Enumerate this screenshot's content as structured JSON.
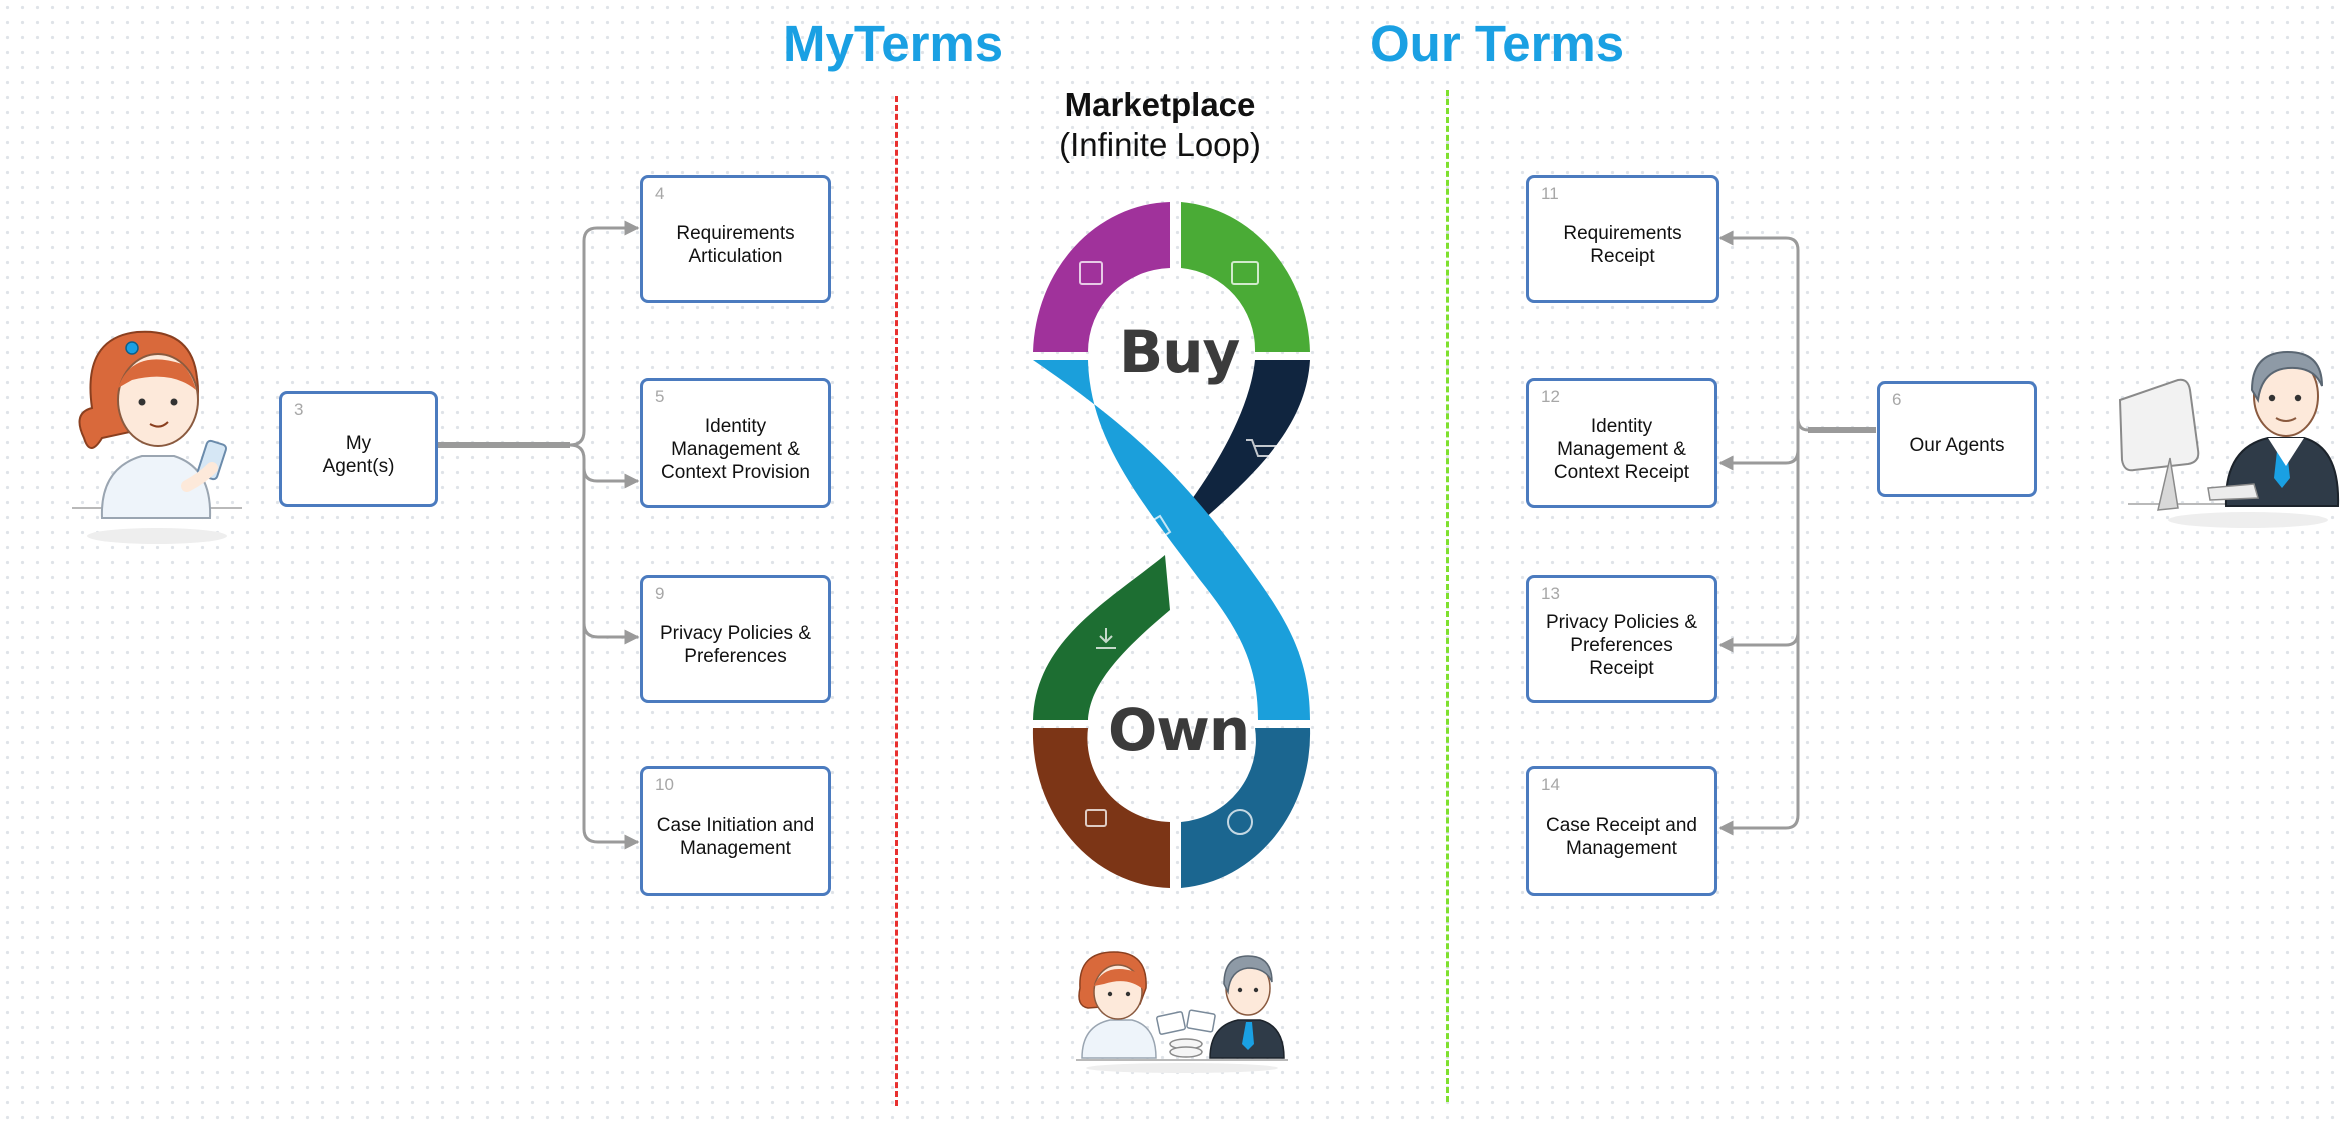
{
  "headings": {
    "left": "MyTerms",
    "right": "Our Terms"
  },
  "marketplace": {
    "title": "Marketplace",
    "subtitle": "(Infinite Loop)"
  },
  "loop_labels": {
    "upper": "Buy",
    "lower": "Own"
  },
  "boxes": {
    "my_agents": {
      "number": "3",
      "label": "My\nAgent(s)"
    },
    "our_agents": {
      "number": "6",
      "label": "Our Agents"
    },
    "left": [
      {
        "number": "4",
        "label": "Requirements\nArticulation"
      },
      {
        "number": "5",
        "label": "Identity\nManagement &\nContext Provision"
      },
      {
        "number": "9",
        "label": "Privacy Policies &\nPreferences"
      },
      {
        "number": "10",
        "label": "Case Initiation and\nManagement"
      }
    ],
    "right": [
      {
        "number": "11",
        "label": "Requirements\nReceipt"
      },
      {
        "number": "12",
        "label": "Identity\nManagement &\nContext Receipt"
      },
      {
        "number": "13",
        "label": "Privacy Policies &\nPreferences\nReceipt"
      },
      {
        "number": "14",
        "label": "Case Receipt and\nManagement"
      }
    ]
  },
  "colors": {
    "heading": "#1aa0e3",
    "box_border": "#4b7bbf",
    "connector": "#9a9a9a",
    "divider_left": "#e8302f",
    "divider_right": "#7fe02e",
    "loop_segments": [
      "#a0329b",
      "#4aab36",
      "#10253f",
      "#1b9fdb",
      "#1d6e32",
      "#7c3516",
      "#1b6690"
    ]
  },
  "icons": [
    "woman-with-phone-icon",
    "man-at-computer-icon",
    "shaking-hands-icon",
    "shopping-cart-icon",
    "network-gear-icon",
    "document-exchange-icon"
  ]
}
